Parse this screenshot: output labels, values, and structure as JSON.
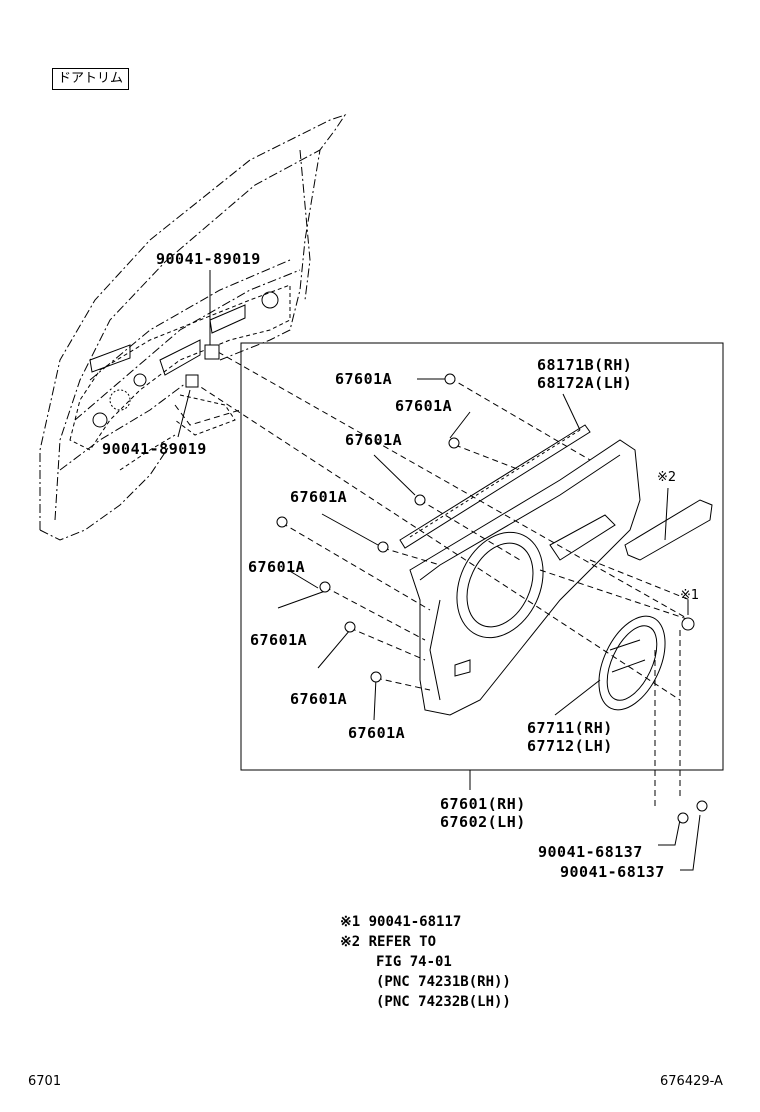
{
  "header": {
    "title": "ドアトリム"
  },
  "callouts": {
    "p90041_89019_top": "90041-89019",
    "p90041_89019_bottom": "90041-89019",
    "p67601A_1": "67601A",
    "p67601A_2": "67601A",
    "p67601A_3": "67601A",
    "p67601A_4": "67601A",
    "p67601A_5": "67601A",
    "p67601A_6": "67601A",
    "p67601A_7": "67601A",
    "p67601A_8": "67601A",
    "p68171B": "68171B(RH)",
    "p68172A": "68172A(LH)",
    "mark2": "※2",
    "mark1": "※1",
    "p67711": "67711(RH)",
    "p67712": "67712(LH)",
    "p67601": "67601(RH)",
    "p67602": "67602(LH)",
    "p90041_68137_a": "90041-68137",
    "p90041_68137_b": "90041-68137"
  },
  "notes": {
    "n1_mark": "※1",
    "n1_text": "90041-68117",
    "n2_mark": "※2",
    "n2_line1": "REFER TO",
    "n2_line2": "FIG 74-01",
    "n2_line3": "(PNC 74231B(RH))",
    "n2_line4": "(PNC 74232B(LH))"
  },
  "footer": {
    "left": "6701",
    "right": "676429-A"
  }
}
